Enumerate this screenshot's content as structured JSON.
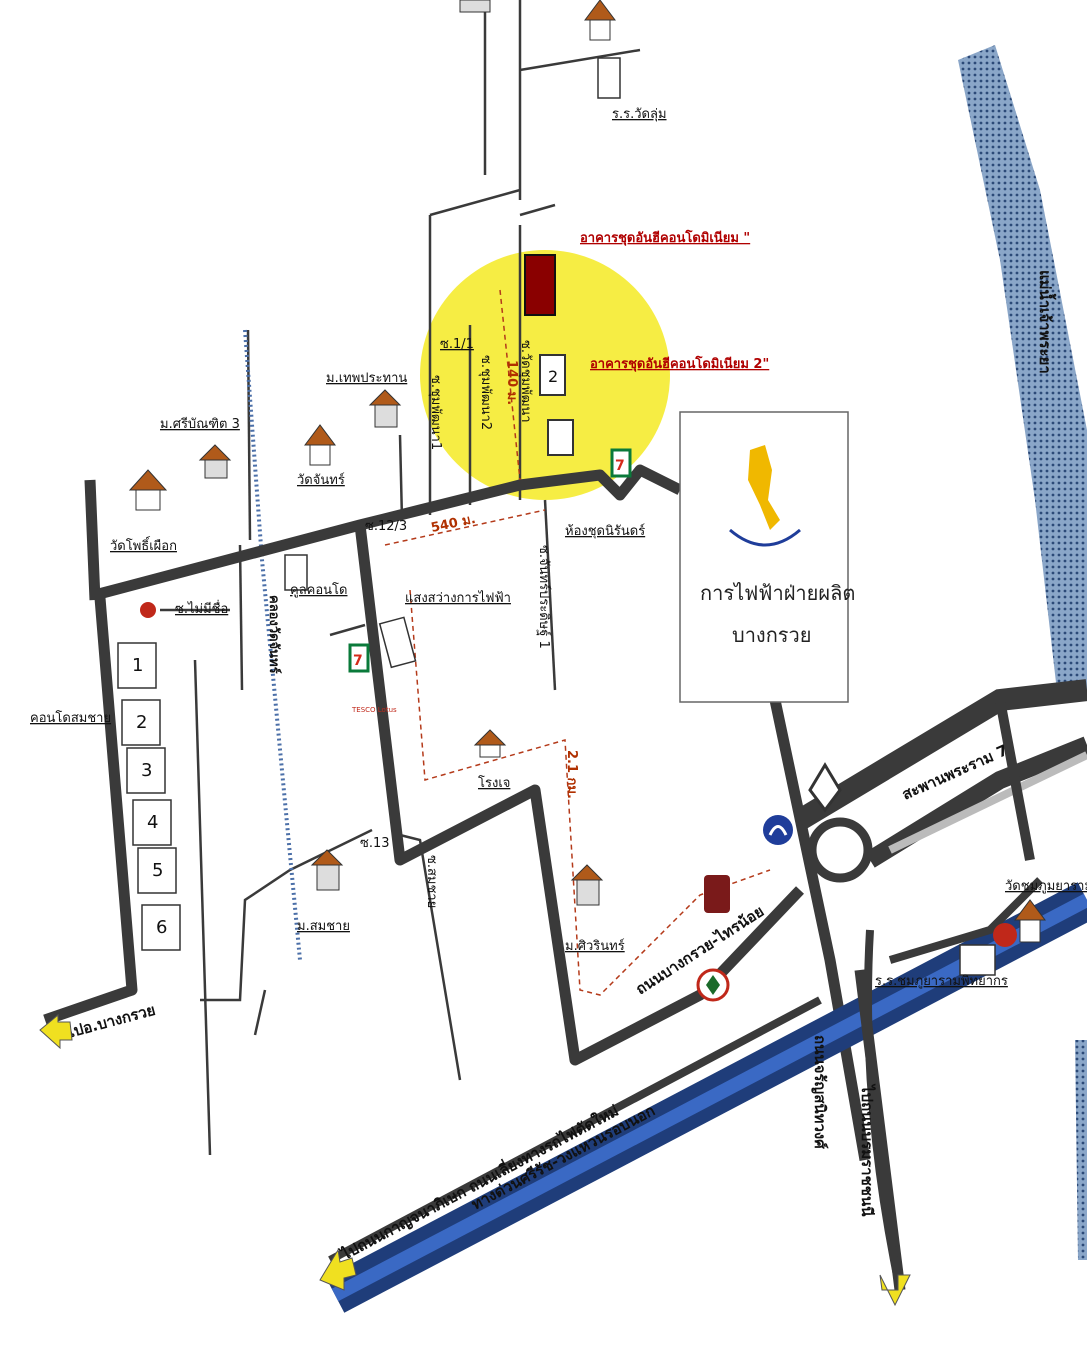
{
  "condos": {
    "condo_1": "อาคารชุดอันฮีคอนโดมิเนียม \"",
    "condo_2": "อาคารชุดอันฮีคอนโดมิเนียม 2\""
  },
  "places": {
    "school": "ร.ร.วัดลุ่ม",
    "thepprathan": "ม.เทพประทาน",
    "sribanditr": "ม.ศรีบัณฑิต 3",
    "wat_chan": "วัดจันทร์",
    "wat_phothi": "วัดโพธิ์เผือก",
    "kood_condo": "คูลคอนโด",
    "light_co": "แสงสว่างการไฟฟ้า",
    "room_chulaniran": "ห้องชุดนิรันดร์",
    "condo_somchai": "คอนโดสมชาย",
    "rongje": "โรงเจ",
    "sombai": "ม.สมชาย",
    "siwarin": "ม.ศิวรินทร์",
    "wat_school": "วัดชมภูมยาราม",
    "school_2": "ร.ร.ชมภูยารามพิทยากร"
  },
  "roads": {
    "soi_1_1": "ซ.1/1",
    "soi_chumphon": "ซ.วัดชุมพัฒนา",
    "soi_chumphon_1": "ซ.ชุมพัฒนา1",
    "soi_chumphon_2": "ซ.ชุมพัฒนา2",
    "soi_12_3": "ซ.12/3",
    "soi_no_name": "ซ.ไม่มีชื่อ",
    "soi_13": "ซ.13",
    "soi_somchai": "ซ.สมชาย",
    "chantra": "ซ.จันทร์ประดิษฐ์ 1",
    "canal": "คลองวัดจันทร์",
    "bangkruai_sainoi": "ถนนบางกรวย-ไทรน้อย",
    "rama7": "สะพานพระราม 7",
    "charan": "ถนนจรัญสนิทวงศ์",
    "to_bangkruai": "ไปอ.บางกรวย",
    "bypass": "ไปถนนกาญจนาภิเษก ถนนเลี่ยงทางรถไฟตัดใหม่",
    "expressway": "ทางด่วนศรีรัช-วงแหวนรอบนอก",
    "to_right": "ไปถนนบรมราชชนนี"
  },
  "distances": {
    "d140": "140 ม.",
    "d540": "540 ม.",
    "d2_1": "2.1 กม."
  },
  "river": {
    "label": "แม่น้ำเจ้าพระยา"
  },
  "egat": {
    "line1": "การไฟฟ้าฝ่ายผลิต",
    "line2": "บางกรวย"
  },
  "store_numbers": [
    "1",
    "2",
    "3",
    "4",
    "5",
    "6"
  ],
  "condo_plot_number": "2",
  "seven_eleven": "7",
  "tesco": "TESCO Lotus",
  "colors": {
    "road": "#3a3a3a",
    "highlight": "#f5ec3a",
    "river": "#1f4fa8",
    "arrow": "#f0e020",
    "dashed_red": "#b43a1a",
    "red_text": "#b00000"
  }
}
